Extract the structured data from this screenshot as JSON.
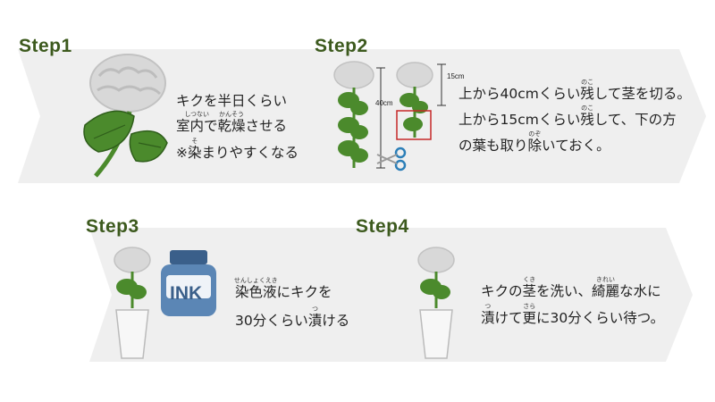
{
  "colors": {
    "arrow": "#efefef",
    "step": "#3d5a1e",
    "leaf": "#4b8a2c",
    "vase": "#f5f5f5",
    "ink_bottle": "#4a6f9c"
  },
  "step1": {
    "label": "Step1",
    "line1": "キクを半日くらい",
    "line2_a": "室内で",
    "line2_b": "乾燥",
    "line2_b_ruby": "かんそう",
    "line2_c": "させる",
    "line2_ruby_prefix": "しつない",
    "line3_a": "※",
    "line3_b": "染",
    "line3_b_ruby": "そ",
    "line3_c": "まりやすくなる"
  },
  "step2": {
    "label": "Step2",
    "measure_40": "40cm",
    "measure_15": "15cm",
    "line1_a": "上から40cmくらい",
    "line1_b": "残",
    "line1_b_ruby": "のこ",
    "line1_c": "して茎を切る。",
    "line2_a": "上から15cmくらい",
    "line2_b": "残",
    "line2_b_ruby": "のこ",
    "line2_c": "して、下の方",
    "line3_a": "の葉も取り",
    "line3_b": "除",
    "line3_b_ruby": "のぞ",
    "line3_c": "いておく。"
  },
  "step3": {
    "label": "Step3",
    "ink_label": "INK",
    "line1_a": "染色液",
    "line1_a_ruby": "せんしょくえき",
    "line1_b": "にキクを",
    "line2_a": "30分くらい",
    "line2_b": "漬",
    "line2_b_ruby": "つ",
    "line2_c": "ける"
  },
  "step4": {
    "label": "Step4",
    "line1_a": "キクの",
    "line1_b": "茎",
    "line1_b_ruby": "くき",
    "line1_c": "を洗い、",
    "line1_d": "綺麗",
    "line1_d_ruby": "きれい",
    "line1_e": "な水に",
    "line2_a": "漬",
    "line2_a_ruby": "つ",
    "line2_b": "けて",
    "line2_c": "更",
    "line2_c_ruby": "さら",
    "line2_d": "に30分くらい待つ。"
  }
}
